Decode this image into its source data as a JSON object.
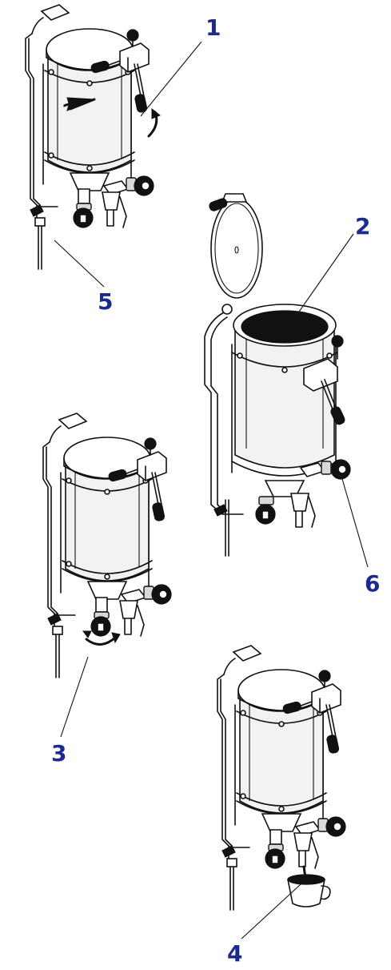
{
  "labels": {
    "l1": "1",
    "l2": "2",
    "l3": "3",
    "l4": "4",
    "l5": "5",
    "l6": "6"
  },
  "colors": {
    "label": "#1c2a8c",
    "line": "#111111",
    "fill": "#f2f2f2"
  }
}
